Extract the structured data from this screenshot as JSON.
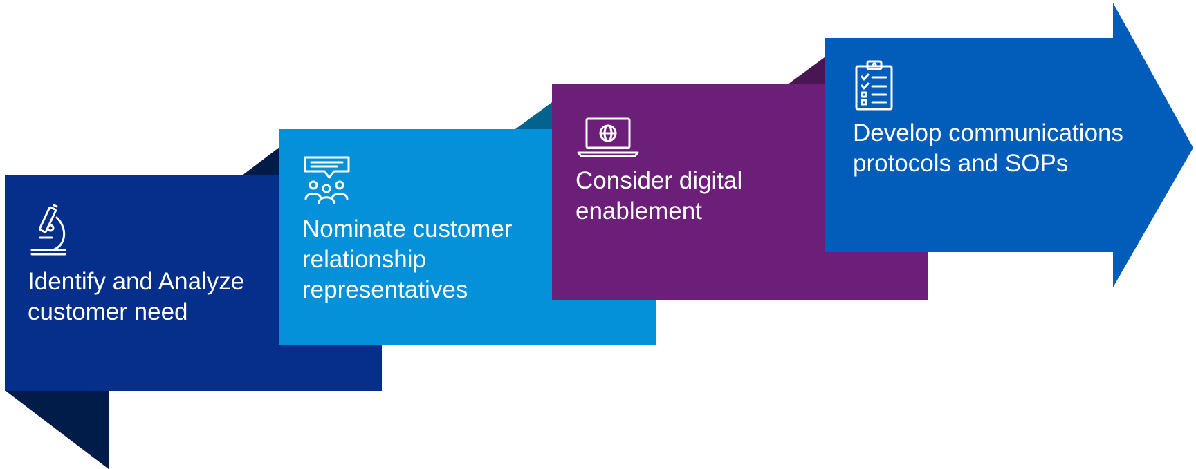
{
  "steps": [
    {
      "icon": "microscope-icon",
      "lines": [
        "Identify and Analyze",
        "customer need"
      ],
      "color": "#062f8c",
      "fold_color": "#021c4a"
    },
    {
      "icon": "team-discussion-icon",
      "lines": [
        "Nominate customer",
        "relationship",
        "representatives"
      ],
      "color": "#0591da",
      "fold_color": "#04486a"
    },
    {
      "icon": "laptop-globe-icon",
      "lines": [
        "Consider digital",
        "enablement"
      ],
      "color": "#6c1f78",
      "fold_color": "#3d0f44"
    },
    {
      "icon": "checklist-clipboard-icon",
      "lines": [
        "Develop communications",
        "protocols and SOPs"
      ],
      "color": "#025cb9",
      "fold_color": "#022d5c"
    }
  ]
}
